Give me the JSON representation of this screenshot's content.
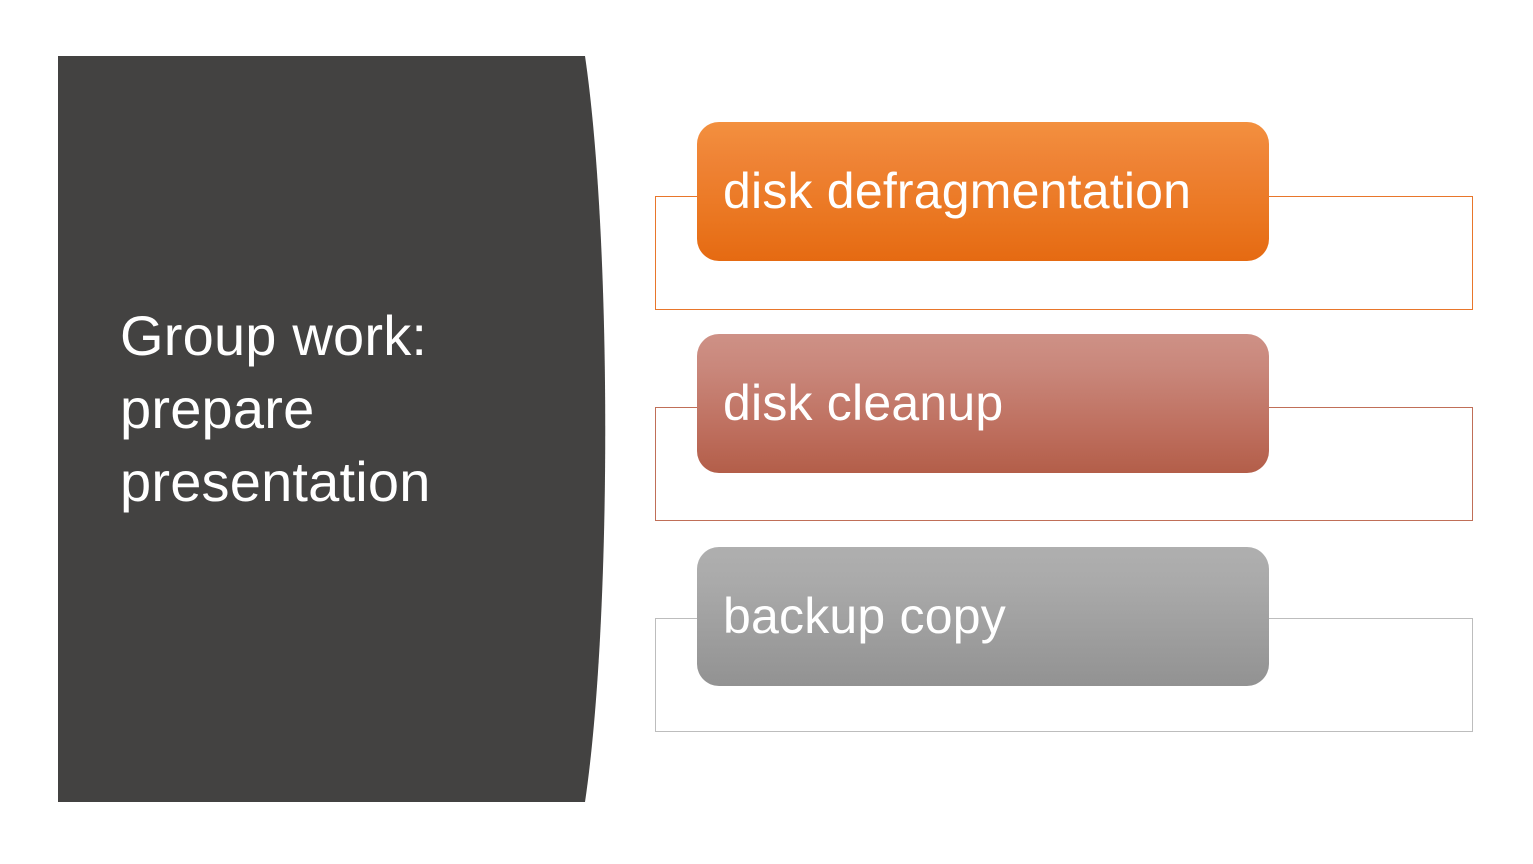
{
  "slide": {
    "background_color": "#FFFFFF",
    "title": {
      "text": "Group work: prepare presentation",
      "color": "#FFFFFF",
      "panel_color": "#434241"
    },
    "process_blocks": [
      {
        "label": "disk defragmentation",
        "chip_color_top": "#F3903F",
        "chip_color_bottom": "#E56A12",
        "outline_color": "#E8762B",
        "text_color": "#FFFFFF"
      },
      {
        "label": "disk cleanup",
        "chip_color_top": "#CE9186",
        "chip_color_bottom": "#B35E49",
        "outline_color": "#C06F58",
        "text_color": "#FFFFFF"
      },
      {
        "label": "backup copy",
        "chip_color_top": "#AFAFAF",
        "chip_color_bottom": "#929292",
        "outline_color": "#BDBDBD",
        "text_color": "#FFFFFF"
      }
    ]
  }
}
